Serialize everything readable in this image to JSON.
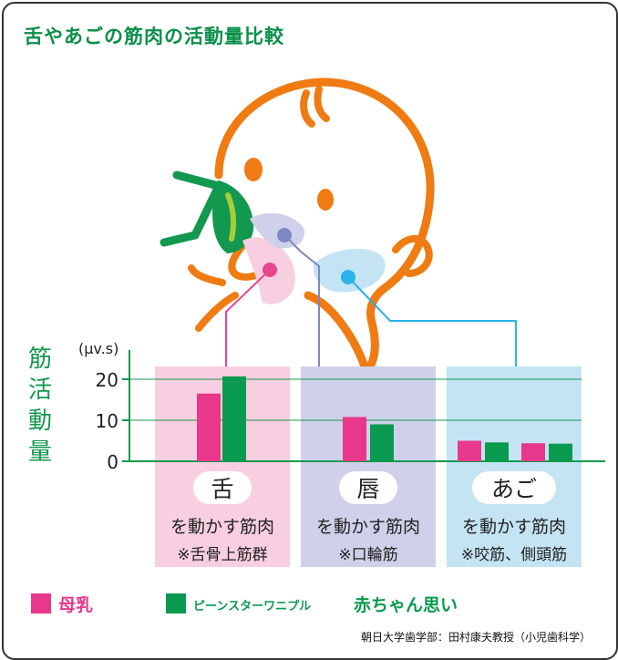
{
  "title": "舌やあごの筋肉の活動量比較",
  "chart_data": {
    "type": "bar",
    "ylabel": "筋活動量",
    "unit": "(μv.s)",
    "ylim": [
      0,
      23
    ],
    "yticks": [
      0,
      10,
      20
    ],
    "categories": [
      "舌",
      "唇",
      "あご1",
      "あご2"
    ],
    "series": [
      {
        "name": "母乳",
        "values": [
          16.5,
          10.8,
          5.0,
          4.4
        ]
      },
      {
        "name": "赤ちゃん思い",
        "values": [
          20.7,
          9.0,
          4.6,
          4.3
        ]
      }
    ]
  },
  "groups": [
    {
      "name": "舌",
      "line1": "を動かす筋肉",
      "line2": "※舌骨上筋群",
      "bg": "#f7cfe0",
      "dot": "#e8458f"
    },
    {
      "name": "唇",
      "line1": "を動かす筋肉",
      "line2": "※口輪筋",
      "bg": "#cfd1ea",
      "dot": "#7c87c3"
    },
    {
      "name": "あご",
      "line1": "を動かす筋肉",
      "line2": "※咬筋、側頭筋",
      "bg": "#c4e4f4",
      "dot": "#2ab3e8"
    }
  ],
  "colors": {
    "breast": "#e8388c",
    "product": "#0a9a4f",
    "axis": "#13984f",
    "head": "#ef7b12",
    "bottle": "#13984f"
  },
  "legend": {
    "item1": "母乳",
    "item2_brand": "ピーンスターワニプル",
    "item2": "赤ちゃん思い"
  },
  "credit": "朝日大学歯学部：田村康夫教授（小児歯科学）"
}
